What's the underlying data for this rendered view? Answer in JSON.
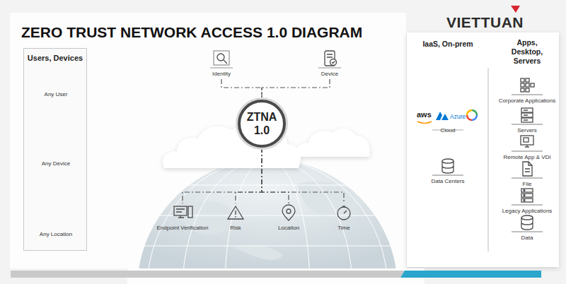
{
  "diagram": {
    "title": "ZERO TRUST NETWORK ACCESS 1.0 DIAGRAM",
    "nodes": [
      {
        "text": [
          "Users, Devices"
        ]
      },
      {
        "text": [
          "Any User"
        ],
        "in": 0
      },
      {
        "text": [
          "Any Device"
        ],
        "in": 0
      },
      {
        "text": [
          "Any Location"
        ],
        "in": 0
      },
      {
        "text": [
          "Identity"
        ]
      },
      {
        "text": [
          "Device"
        ]
      },
      {
        "text": [
          "ZTNA 1.0"
        ]
      },
      {
        "text": [
          "Endpoint Verification"
        ]
      },
      {
        "text": [
          "Risk"
        ]
      },
      {
        "text": [
          "Location"
        ]
      },
      {
        "text": [
          "Time"
        ]
      },
      {
        "text": [
          "IaaS, On-prem"
        ]
      },
      {
        "text": [
          "Apps, Desktop, Servers"
        ]
      },
      {
        "text": [
          "Cloud"
        ],
        "in": 11
      },
      {
        "text": [
          "Data Centers"
        ],
        "in": 11
      },
      {
        "text": [
          "Corporate Applications"
        ],
        "in": 12
      },
      {
        "text": [
          "Servers"
        ],
        "in": 12
      },
      {
        "text": [
          "Remote App & VDI"
        ],
        "in": 12
      },
      {
        "text": [
          "File"
        ],
        "in": 12
      },
      {
        "text": [
          "Legacy Applications"
        ],
        "in": 12
      },
      {
        "text": [
          "Data"
        ],
        "in": 12
      }
    ],
    "edges": [
      {
        "from": 4,
        "to": 6,
        "arrow": "none"
      },
      {
        "from": 5,
        "to": 6,
        "arrow": "none"
      },
      {
        "from": 6,
        "to": 7,
        "arrow": "none"
      },
      {
        "from": 6,
        "to": 8,
        "arrow": "none"
      },
      {
        "from": 6,
        "to": 9,
        "arrow": "none"
      },
      {
        "from": 6,
        "to": 10,
        "arrow": "none"
      }
    ],
    "labels": [
      "VIETTUAN",
      "aws",
      "Azure"
    ]
  }
}
